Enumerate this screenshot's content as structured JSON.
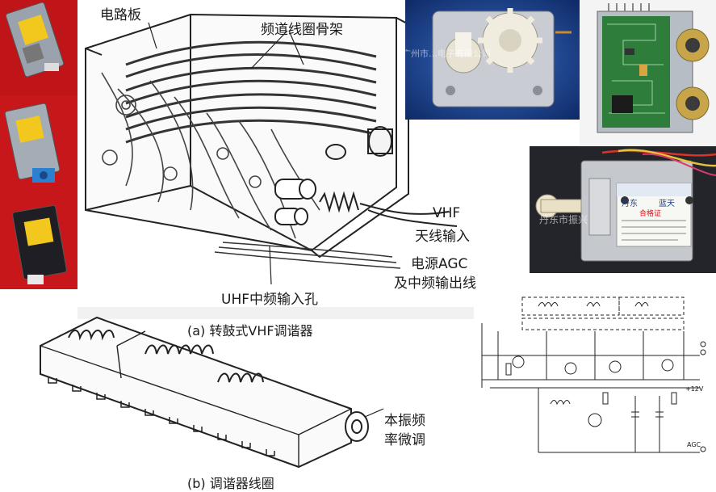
{
  "drawing_a": {
    "label_circuit_board": "电路板",
    "label_coil_frame": "频道线圈骨架",
    "label_vhf_line1": "VHF",
    "label_vhf_line2": "天线输入",
    "label_agc_line1": "电源AGC",
    "label_agc_line2": "及中频输出线",
    "label_uhf_if": "UHF中频输入孔",
    "caption": "(a)  转鼓式VHF调谐器"
  },
  "drawing_b": {
    "label_fine_tune_line1": "本振频",
    "label_fine_tune_line2": "率微调",
    "caption": "(b)  调谐器线圈"
  },
  "photos": {
    "gear_tuner_watermark": "广州市…电子有限公司",
    "label_tuner_watermark": "丹东市振兴",
    "label_tuner_brand": "丹东",
    "label_tuner_brand2": "蓝天",
    "label_tuner_cert": "合格证"
  },
  "schematic": {
    "voltage_label": "+12V",
    "agc_label": "AGC"
  },
  "colors": {
    "photo_red": "#c8171a",
    "photo_dark": "#2b2b33",
    "board_green": "#2e7d3a",
    "blue_bg": "#1f4f9c",
    "line": "#222222"
  }
}
